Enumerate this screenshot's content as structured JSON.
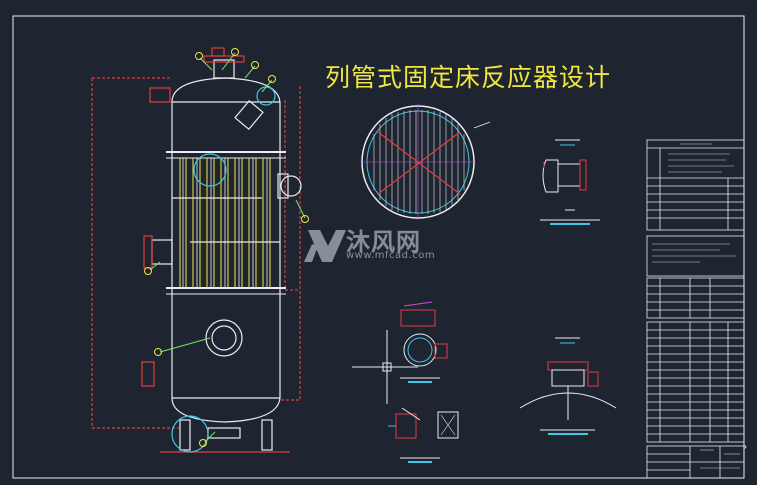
{
  "drawing": {
    "title": "列管式固定床反应器设计"
  },
  "watermark": {
    "brand": "沐风网",
    "url": "www.mfcad.com"
  },
  "colors": {
    "background": "#1f2530",
    "outline": "#e9ecf2",
    "dimension": "#e23b3b",
    "accent_yellow": "#f0e640",
    "accent_cyan": "#3ec7e6",
    "accent_green": "#7be36a",
    "accent_magenta": "#d44ad8"
  },
  "icons": {
    "viewport_control": "chevron-right-icon"
  }
}
